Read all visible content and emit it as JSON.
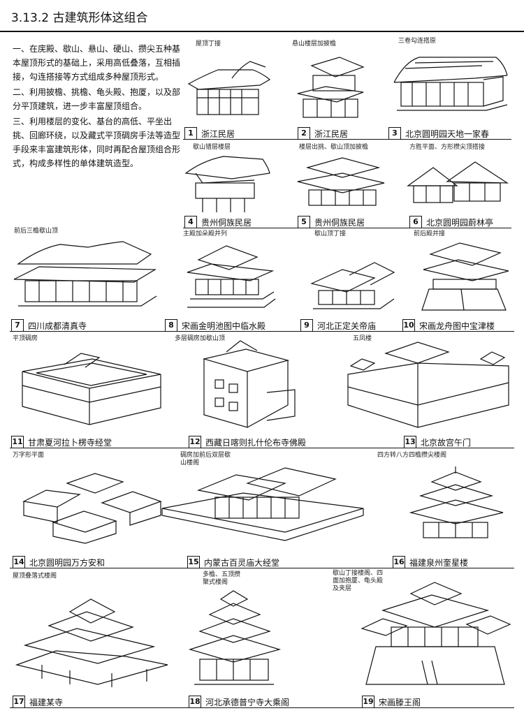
{
  "header": {
    "title": "3.13.2 古建筑形体这组合"
  },
  "intro": {
    "p1": "一、在庑殿、歇山、悬山、硬山、攒尖五种基本屋顶形式的基础上，采用高低叠落，互相插接，勾连搭接等方式组成多种屋顶形式。",
    "p2": "二、利用披檐、挑檐、龟头殿、抱厦，以及部分平顶建筑，进一步丰富屋顶组合。",
    "p3": "三、利用楼层的变化、基台的高低、平坐出挑、回廊环绕，以及藏式平顶碉房手法等造型手段来丰富建筑形体，同时再配合屋顶组合形式，构成多样性的单体建筑造型。"
  },
  "figures": [
    {
      "num": "1",
      "caption": "浙江民居",
      "note": "屋顶丁接"
    },
    {
      "num": "2",
      "caption": "浙江民居",
      "note": "悬山楼层加披檐"
    },
    {
      "num": "3",
      "caption": "北京圆明园天地一家春",
      "note": "三卷勾连搭原"
    },
    {
      "num": "4",
      "caption": "贵州侗族民居",
      "note": "歇山错层楼层"
    },
    {
      "num": "5",
      "caption": "贵州侗族民居",
      "note": "楼层出挑、歇山顶加披檐"
    },
    {
      "num": "6",
      "caption": "北京圆明园蔚林亭",
      "note": "方胜平面、方形攒尖顶搭接"
    },
    {
      "num": "7",
      "caption": "四川成都清真寺",
      "note": "前后三檐歇山顶"
    },
    {
      "num": "8",
      "caption": "宋画金明池图中临水殿",
      "note": "主殿加朵殿并列"
    },
    {
      "num": "9",
      "caption": "河北正定关帝庙",
      "note": "歇山顶丁接"
    },
    {
      "num": "10",
      "caption": "宋画龙舟图中宝津楼",
      "note": "前后殿并接"
    },
    {
      "num": "11",
      "caption": "甘肃夏河拉卜楞寺经堂",
      "note": "平顶碉房"
    },
    {
      "num": "12",
      "caption": "西藏日喀则扎什伦布寺佛殿",
      "note": "多层碉房加歇山顶"
    },
    {
      "num": "13",
      "caption": "北京故宫午门",
      "note": "五凤楼"
    },
    {
      "num": "14",
      "caption": "北京圆明园万方安和",
      "note": "万字形平面"
    },
    {
      "num": "15",
      "caption": "内蒙古百灵庙大经堂",
      "note": "碉房加前后双层歇山楼阁"
    },
    {
      "num": "16",
      "caption": "福建泉州奎星楼",
      "note": "四方转八方四檐攒尖楼阁"
    },
    {
      "num": "17",
      "caption": "福建某寺",
      "note": "屋顶叠落式楼阁"
    },
    {
      "num": "18",
      "caption": "河北承德普宁寺大乘阁",
      "note": "多檐、五顶攒聚式楼阁"
    },
    {
      "num": "19",
      "caption": "宋画滕王阁",
      "note": "歇山丁接楼阁、四面加抱厦、龟头殿及夹层"
    }
  ]
}
